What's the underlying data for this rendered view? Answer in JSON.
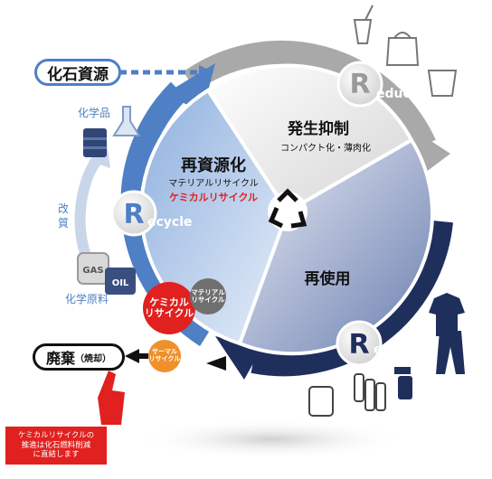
{
  "top_left": {
    "fossil": "化石資源"
  },
  "segments": {
    "recycle": {
      "title": "再資源化",
      "sub1": "マテリアルリサイクル",
      "sub2": "ケミカルリサイクル"
    },
    "reduce": {
      "title": "発生抑制",
      "sub": "コンパクト化・薄肉化"
    },
    "reuse": {
      "title": "再使用"
    }
  },
  "badges": {
    "reduce": {
      "letter": "R",
      "rest": "educe"
    },
    "recycle": {
      "letter": "R",
      "rest": "ecycle"
    },
    "reuse": {
      "letter": "R",
      "rest": "euse"
    }
  },
  "left": {
    "chemicals": "化学品",
    "modify": [
      "改",
      "質"
    ],
    "raw": "化学原料",
    "gas": "GAS",
    "oil": "OIL"
  },
  "circles": {
    "chemical": [
      "ケミカル",
      "リサイクル"
    ],
    "material": [
      "マテリアル",
      "リサイクル"
    ],
    "thermal": [
      "サーマル",
      "リサイクル"
    ]
  },
  "bottom": {
    "waste_main": "廃棄",
    "waste_sub": "（焼却）",
    "note": [
      "ケミカルリサイクルの",
      "推進は化石燃料削減",
      "に直結します"
    ]
  },
  "colors": {
    "navy": "#1f2f5c",
    "blue": "#4f7fc4",
    "gray": "#a9a9a9",
    "red": "#e0211f",
    "orange": "#f0902a"
  }
}
